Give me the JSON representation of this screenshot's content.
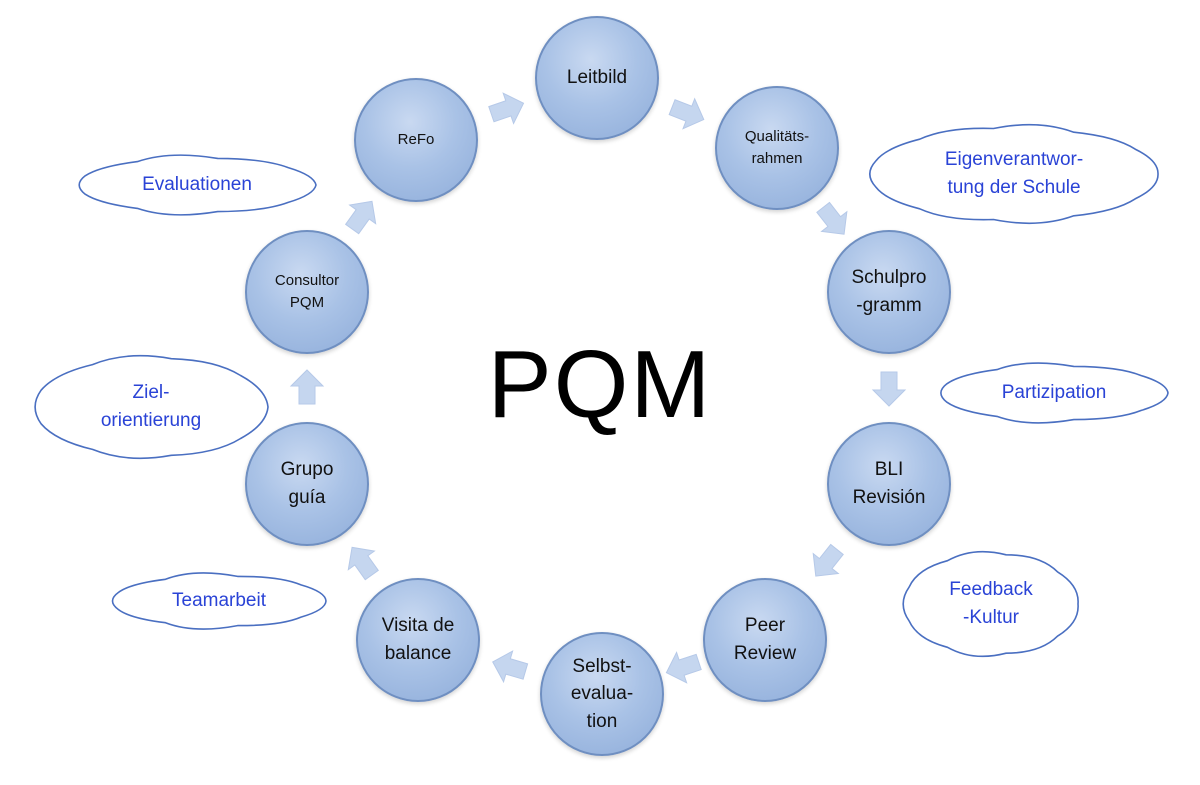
{
  "title": "PQM",
  "colors": {
    "node_fill": "#a9c2e6",
    "node_border": "#6f8fc1",
    "arrow": "#c5d6ef",
    "cloud_text": "#2a43d6",
    "cloud_border": "#4a6fc1"
  },
  "nodes": [
    {
      "id": "leitbild",
      "label": "Leitbild"
    },
    {
      "id": "qualitaetsrahmen",
      "label": "Qualitäts-\nrahmen"
    },
    {
      "id": "schulprogramm",
      "label": "Schulpro\n-gramm"
    },
    {
      "id": "bli-revision",
      "label": "BLI\nRevisión"
    },
    {
      "id": "peer-review",
      "label": "Peer\nReview"
    },
    {
      "id": "selbstevaluation",
      "label": "Selbst-\nevalua-\ntion"
    },
    {
      "id": "visita-de-balance",
      "label": "Visita de\nbalance"
    },
    {
      "id": "grupo-guia",
      "label": "Grupo\nguía"
    },
    {
      "id": "consultor-pqm",
      "label": "Consultor\nPQM"
    },
    {
      "id": "refo",
      "label": "ReFo"
    }
  ],
  "clouds": [
    {
      "id": "evaluationen",
      "label": "Evaluationen"
    },
    {
      "id": "eigenverantwortung",
      "label": "Eigenverantwor-\ntung der Schule"
    },
    {
      "id": "partizipation",
      "label": "Partizipation"
    },
    {
      "id": "zielorientierung",
      "label": "Ziel-\norientierung"
    },
    {
      "id": "feedback-kultur",
      "label": "Feedback\n-Kultur"
    },
    {
      "id": "teamarbeit",
      "label": "Teamarbeit"
    }
  ]
}
